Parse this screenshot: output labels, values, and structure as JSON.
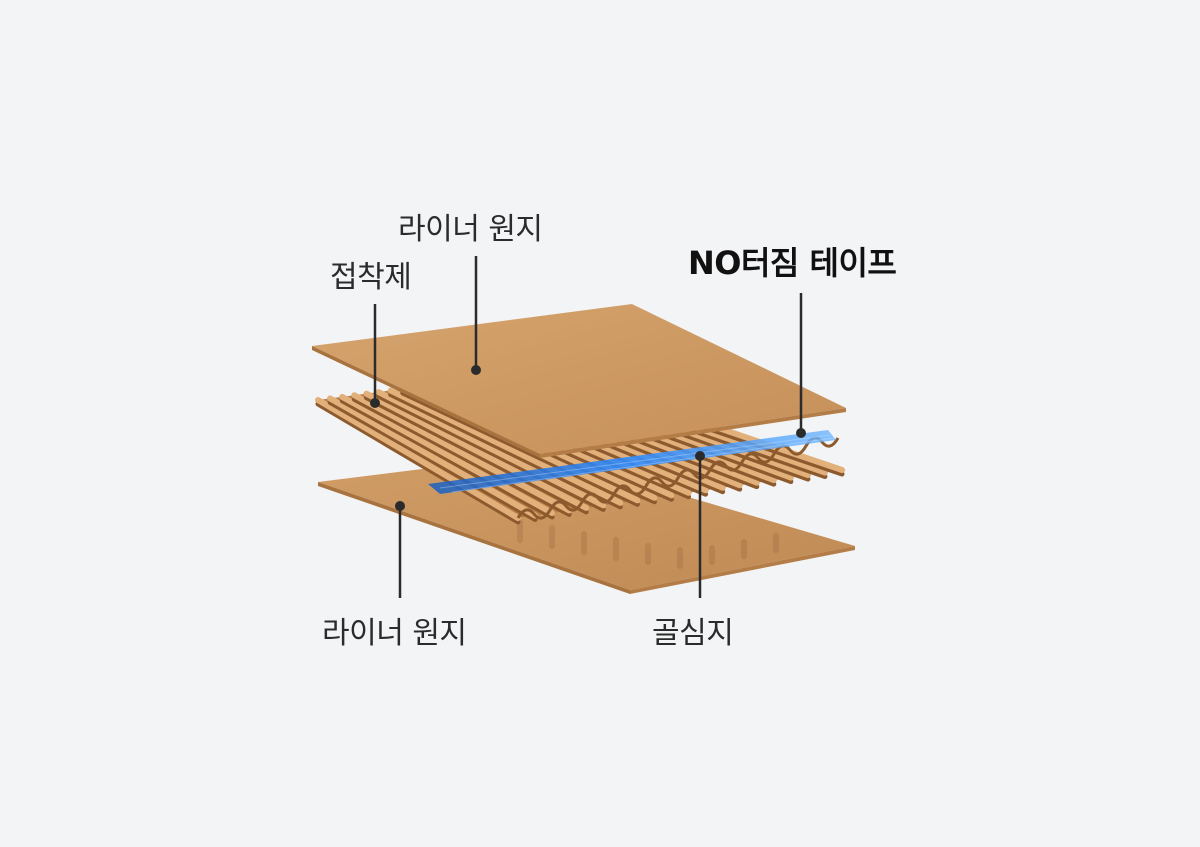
{
  "labels": {
    "top_liner": "라이너 원지",
    "adhesive": "접착제",
    "tape": "NO터짐 테이프",
    "bottom_liner": "라이너 원지",
    "corrugated_medium": "골심지"
  },
  "colors": {
    "background": "#f3f4f6",
    "liner": "#cf9a62",
    "liner_dark": "#b98450",
    "flute": "#c98c55",
    "flute_light": "#e2b07a",
    "flute_dark": "#8d5a2e",
    "tape": "#2a7fe0",
    "callout_line": "#2b2b2b"
  }
}
